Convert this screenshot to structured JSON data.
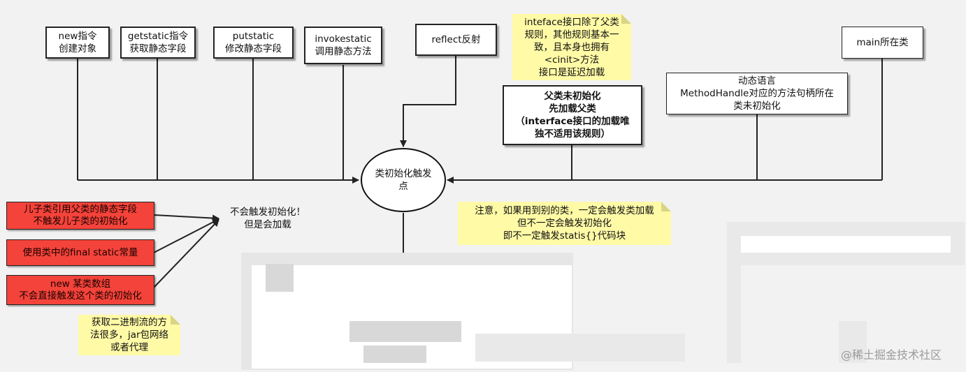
{
  "nodes": {
    "new": "new指令\n创建对象",
    "getstatic": "getstatic指令\n获取静态字段",
    "putstatic": "putstatic\n修改静态字段",
    "invokestatic": "invokestatic\n调用静态方法",
    "reflect": "reflect反射",
    "main": "main所在类",
    "parent": "父类未初始化\n先加载父类\n（interface接口的加载唯\n独不适用该规则）",
    "dynamic": "动态语言\nMethodHandle对应的方法句柄所在\n类未初始化",
    "center": "类初始化触发\n点"
  },
  "notes": {
    "interface": "inteface接口除了父类\n规则，其他规则基本一\n致，且本身也拥有\n<cinit>方法\n接口是延迟加载",
    "attention": "注意，如果用到别的类，一定会触发类加载\n但不一定会触发初始化\n即不一定触发statis{}代码块",
    "binary": "获取二进制流的方\n法很多，jar包网络\n或者代理"
  },
  "no_init": {
    "label": "不会触发初始化！\n但是会加载",
    "cases": [
      "儿子类引用父类的静态字段\n不触发儿子类的初始化",
      "使用类中的final static常量",
      "new 某类数组\n不会直接触发这个类的初始化"
    ]
  },
  "watermark": "@稀土掘金技术社区",
  "colors": {
    "red": "#f4433a",
    "note": "#fffaa6"
  }
}
